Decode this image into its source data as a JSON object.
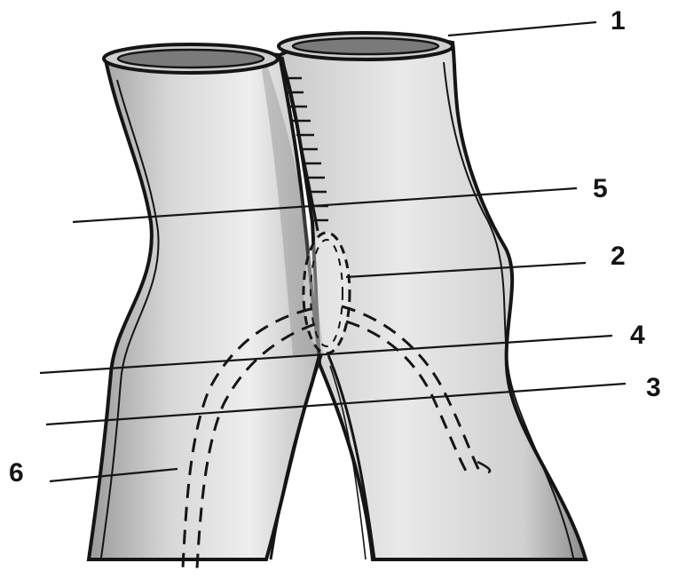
{
  "callouts": [
    {
      "id": "1",
      "label": "1"
    },
    {
      "id": "5",
      "label": "5"
    },
    {
      "id": "2",
      "label": "2"
    },
    {
      "id": "4",
      "label": "4"
    },
    {
      "id": "3",
      "label": "3"
    },
    {
      "id": "6",
      "label": "6"
    }
  ],
  "colors": {
    "ink": "#151515",
    "tissue_light": "#e6e6e6",
    "tissue_shadow": "#8a8a8a",
    "background": "#ffffff"
  }
}
